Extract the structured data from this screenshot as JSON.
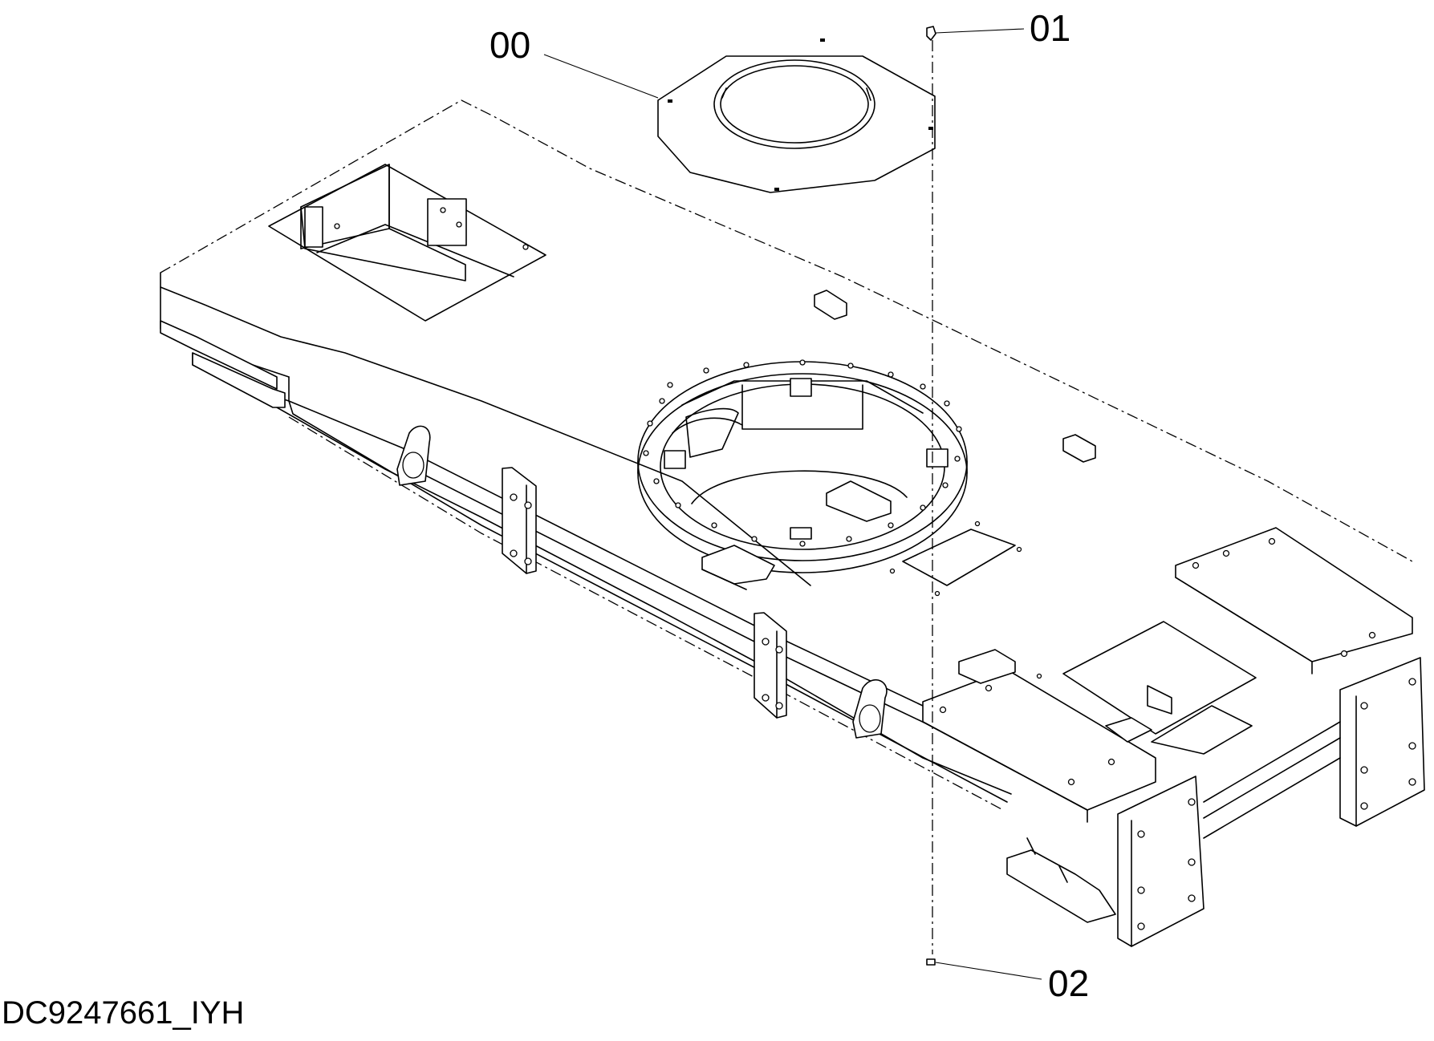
{
  "drawing": {
    "drawing_code": "DC9247661_IYH",
    "callouts": [
      {
        "id": "00",
        "label": "00"
      },
      {
        "id": "01",
        "label": "01"
      },
      {
        "id": "02",
        "label": "02"
      }
    ]
  }
}
